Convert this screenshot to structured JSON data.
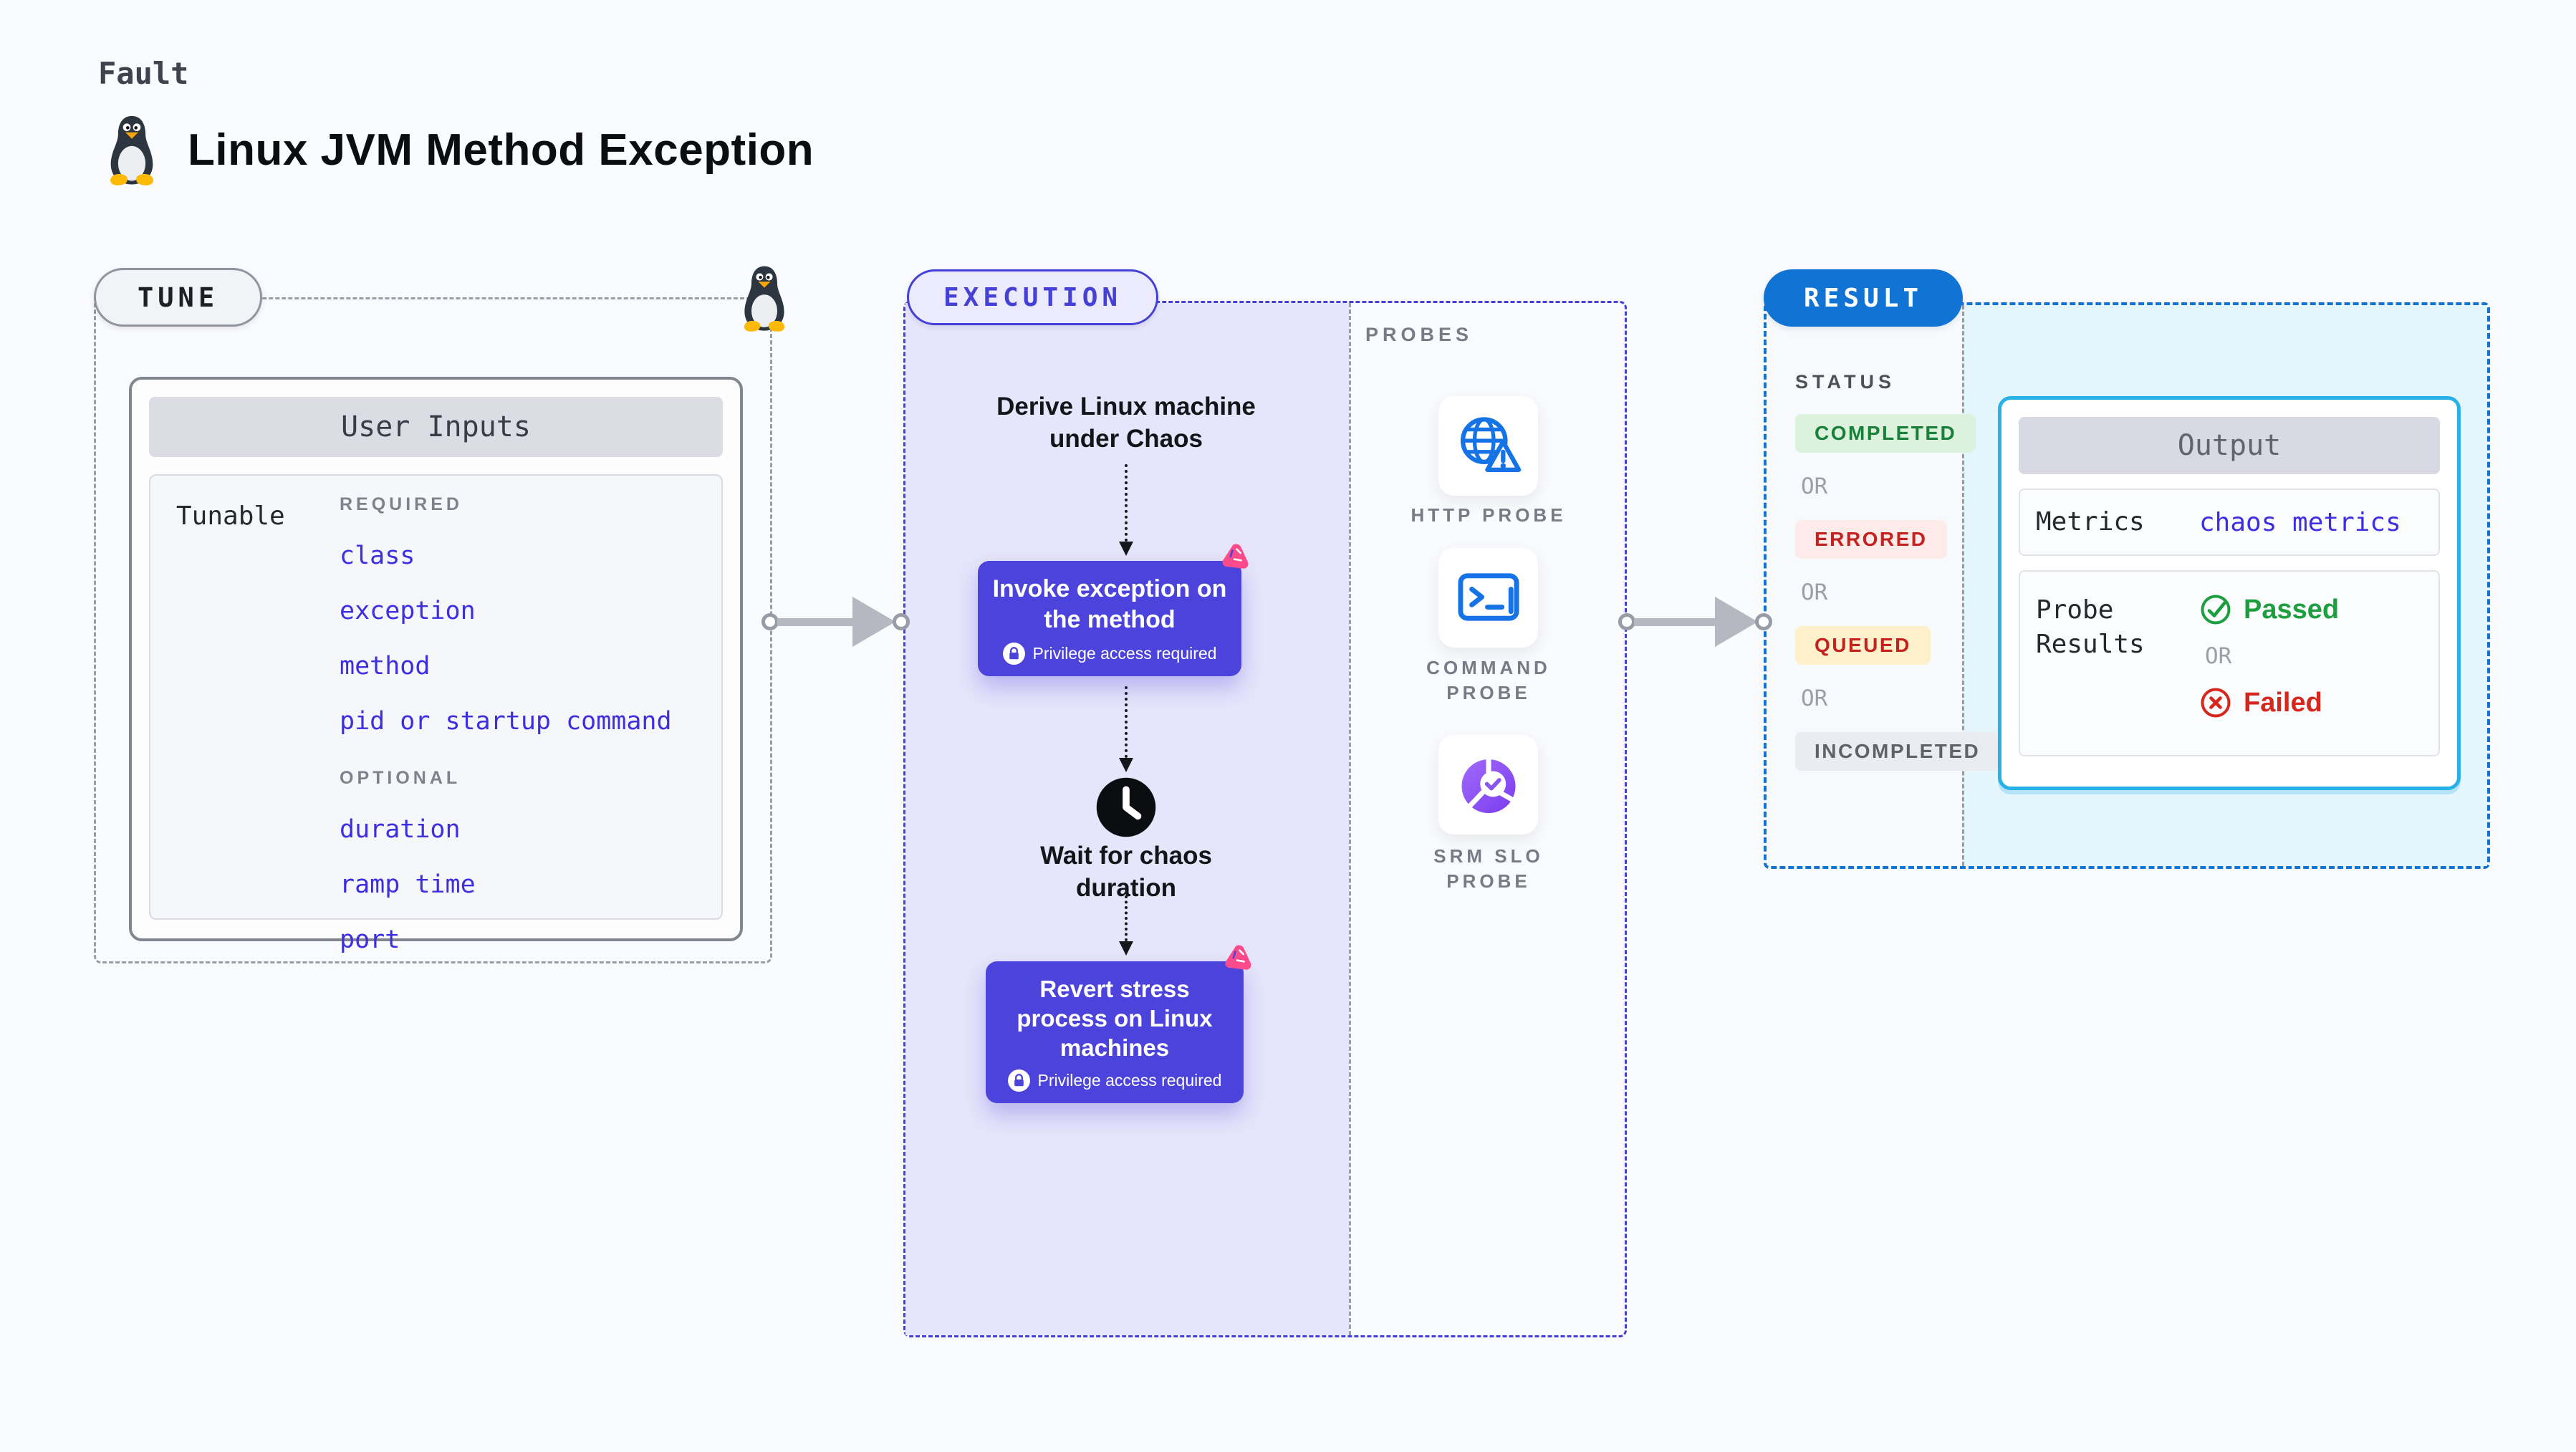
{
  "header": {
    "eyebrow": "Fault",
    "title": "Linux JVM Method Exception"
  },
  "tune": {
    "label": "TUNE",
    "user_inputs": {
      "title": "User Inputs",
      "row_label": "Tunable",
      "required_label": "REQUIRED",
      "required_params": [
        "class",
        "exception",
        "method",
        "pid or startup command"
      ],
      "optional_label": "OPTIONAL",
      "optional_params": [
        "duration",
        "ramp time",
        "port"
      ]
    }
  },
  "execution": {
    "label": "EXECUTION",
    "derive_step": "Derive Linux machine under Chaos",
    "invoke_step": {
      "title": "Invoke exception on the method",
      "badge": "Privilege access required"
    },
    "wait_step": "Wait for chaos duration",
    "revert_step": {
      "title": "Revert stress process on Linux machines",
      "badge": "Privilege access required"
    }
  },
  "probes": {
    "label": "PROBES",
    "items": [
      {
        "name": "HTTP PROBE",
        "icon": "globe-alert-icon"
      },
      {
        "name": "COMMAND PROBE",
        "icon": "terminal-icon"
      },
      {
        "name": "SRM SLO PROBE",
        "icon": "slo-pie-icon"
      }
    ]
  },
  "result": {
    "label": "RESULT",
    "status_label": "STATUS",
    "or": "OR",
    "statuses": [
      {
        "label": "COMPLETED",
        "fg": "#188038",
        "bg": "#dcf2dd"
      },
      {
        "label": "ERRORED",
        "fg": "#c5221f",
        "bg": "#fcebe9"
      },
      {
        "label": "QUEUED",
        "fg": "#c5221f",
        "bg": "#fdf1cc"
      },
      {
        "label": "INCOMPLETED",
        "fg": "#5f6368",
        "bg": "#eaecf1"
      }
    ],
    "output": {
      "title": "Output",
      "metrics_label": "Metrics",
      "metrics_value": "chaos metrics",
      "probe_results_label": "Probe Results",
      "passed": "Passed",
      "or": "OR",
      "failed": "Failed"
    }
  },
  "colors": {
    "accent_indigo": "#4c43dc",
    "accent_blue": "#1173d4",
    "accent_cyan": "#28b1e6",
    "accent_pink": "#fb4b8b",
    "param_blue": "#3d2ee0",
    "lavender_fill": "#e6e5fb"
  }
}
